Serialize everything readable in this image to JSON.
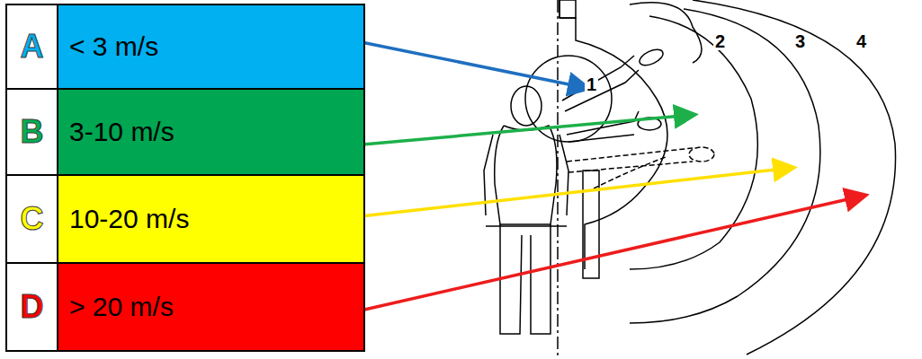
{
  "diagram": {
    "nodes": [
      {
        "text": [
          "A",
          "< 3 m/s"
        ]
      },
      {
        "text": [
          "B",
          "3-10 m/s"
        ]
      },
      {
        "text": [
          "C",
          "10-20 m/s"
        ]
      },
      {
        "text": [
          "D",
          "> 20 m/s"
        ]
      }
    ],
    "labels": [
      "1",
      "2",
      "3",
      "4"
    ]
  }
}
